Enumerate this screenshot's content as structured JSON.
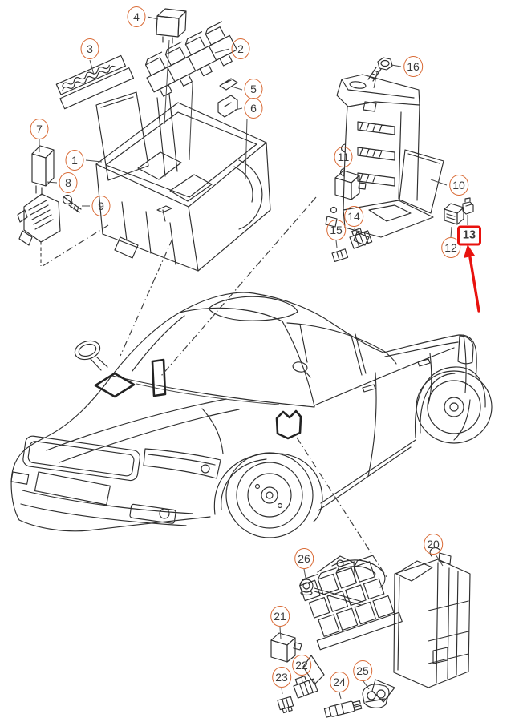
{
  "colors": {
    "callout-ring": "#d96a35",
    "callout-text": "#3a3a3a",
    "line-art": "#2e2e2e",
    "leader": "#4a4a4a",
    "highlight": "#e8120e",
    "bg": "#ffffff"
  },
  "highlighted_callout": "13",
  "callouts": {
    "c1": "1",
    "c2": "2",
    "c3": "3",
    "c4": "4",
    "c5": "5",
    "c6": "6",
    "c7": "7",
    "c8": "8",
    "c9": "9",
    "c10": "10",
    "c11": "11",
    "c12": "12",
    "c13": "13",
    "c14": "14",
    "c15": "15",
    "c16": "16",
    "c20": "20",
    "c21": "21",
    "c22": "22",
    "c23": "23",
    "c24": "24",
    "c25": "25",
    "c26": "26"
  },
  "groups": [
    {
      "name": "engine-bay-fusebox-assembly",
      "callouts": [
        "1",
        "2",
        "3",
        "4",
        "5",
        "6",
        "7",
        "8",
        "9"
      ]
    },
    {
      "name": "relay-carrier-bracket-assembly",
      "callouts": [
        "10",
        "11",
        "12",
        "13",
        "14",
        "15",
        "16"
      ]
    },
    {
      "name": "interior-fuse-holder-assembly",
      "callouts": [
        "20",
        "21",
        "22",
        "23",
        "24",
        "25",
        "26"
      ]
    },
    {
      "name": "vehicle-location-overview",
      "markers": [
        "diamond-marker-hood",
        "bar-marker-cowl",
        "shield-marker-front-door"
      ]
    }
  ]
}
